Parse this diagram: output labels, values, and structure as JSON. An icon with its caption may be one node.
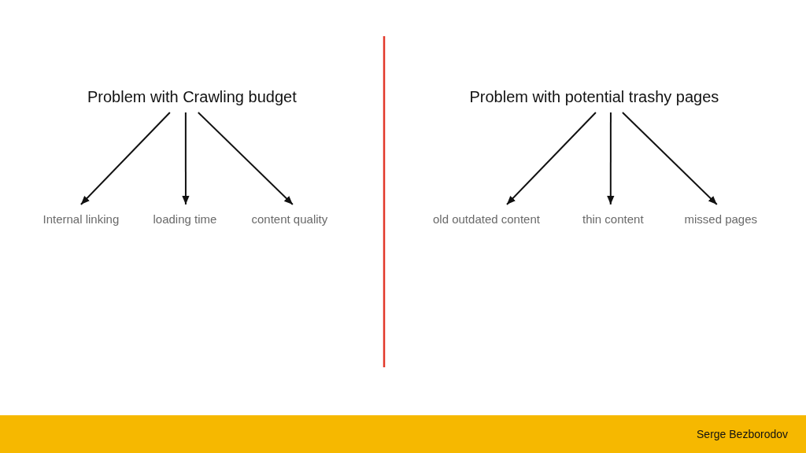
{
  "diagram": {
    "nodes": [
      {
        "text": [
          "Problem with Crawling budget"
        ]
      },
      {
        "text": [
          "Internal linking"
        ]
      },
      {
        "text": [
          "loading time"
        ]
      },
      {
        "text": [
          "content quality"
        ]
      },
      {
        "text": [
          "Problem with potential trashy pages"
        ]
      },
      {
        "text": [
          "old outdated content"
        ]
      },
      {
        "text": [
          "thin content"
        ]
      },
      {
        "text": [
          "missed pages"
        ]
      }
    ],
    "edges": [
      {
        "from": 0,
        "to": 1,
        "arrow": "to"
      },
      {
        "from": 0,
        "to": 2,
        "arrow": "to"
      },
      {
        "from": 0,
        "to": 3,
        "arrow": "to"
      },
      {
        "from": 4,
        "to": 5,
        "arrow": "to"
      },
      {
        "from": 4,
        "to": 6,
        "arrow": "to"
      },
      {
        "from": 4,
        "to": 7,
        "arrow": "to"
      }
    ],
    "labels": [
      "Serge Bezborodov"
    ]
  }
}
